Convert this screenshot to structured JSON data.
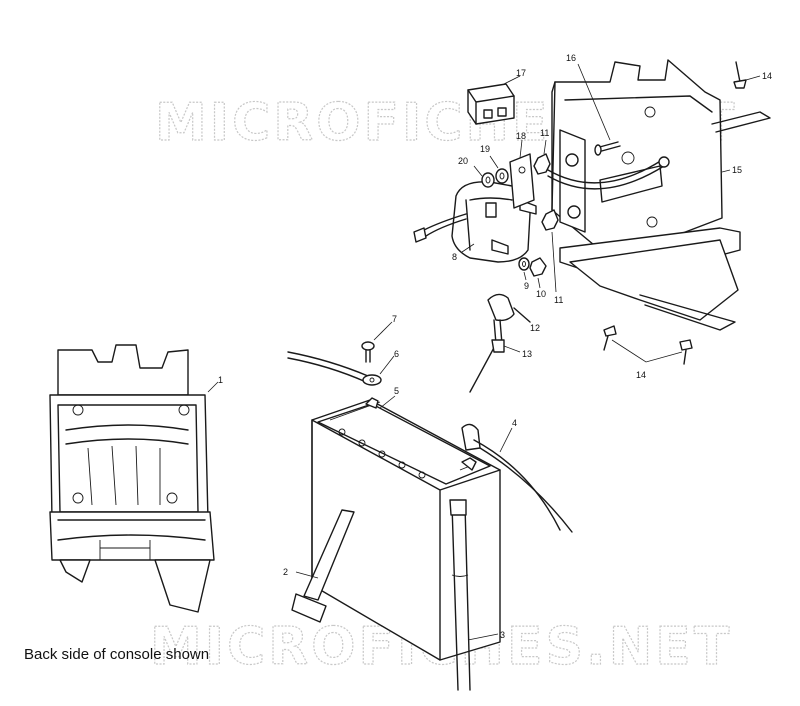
{
  "watermark": "MICROFICHES.NET",
  "caption": "Back side of console shown",
  "callouts": [
    {
      "id": "1",
      "label": "1"
    },
    {
      "id": "2",
      "label": "2"
    },
    {
      "id": "3",
      "label": "3"
    },
    {
      "id": "4",
      "label": "4"
    },
    {
      "id": "5",
      "label": "5"
    },
    {
      "id": "6",
      "label": "6"
    },
    {
      "id": "7",
      "label": "7"
    },
    {
      "id": "8",
      "label": "8"
    },
    {
      "id": "9",
      "label": "9"
    },
    {
      "id": "10",
      "label": "10"
    },
    {
      "id": "11a",
      "label": "11"
    },
    {
      "id": "11b",
      "label": "11"
    },
    {
      "id": "12",
      "label": "12"
    },
    {
      "id": "13",
      "label": "13"
    },
    {
      "id": "14a",
      "label": "14"
    },
    {
      "id": "14b",
      "label": "14"
    },
    {
      "id": "15",
      "label": "15"
    },
    {
      "id": "16",
      "label": "16"
    },
    {
      "id": "17",
      "label": "17"
    },
    {
      "id": "18",
      "label": "18"
    },
    {
      "id": "19",
      "label": "19"
    },
    {
      "id": "20",
      "label": "20"
    }
  ]
}
